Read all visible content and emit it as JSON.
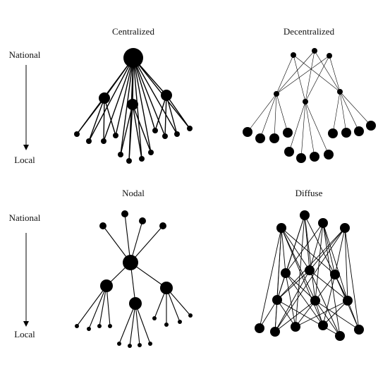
{
  "axis_labels": {
    "top": {
      "national": "National",
      "local": "Local"
    },
    "bottom": {
      "national": "National",
      "local": "Local"
    }
  },
  "panels": {
    "centralized": {
      "title": "Centralized"
    },
    "decentralized": {
      "title": "Decentralized"
    },
    "nodal": {
      "title": "Nodal"
    },
    "diffuse": {
      "title": "Diffuse"
    }
  },
  "colors": {
    "node": "#000000",
    "edge": "#000000",
    "text": "#111111"
  }
}
